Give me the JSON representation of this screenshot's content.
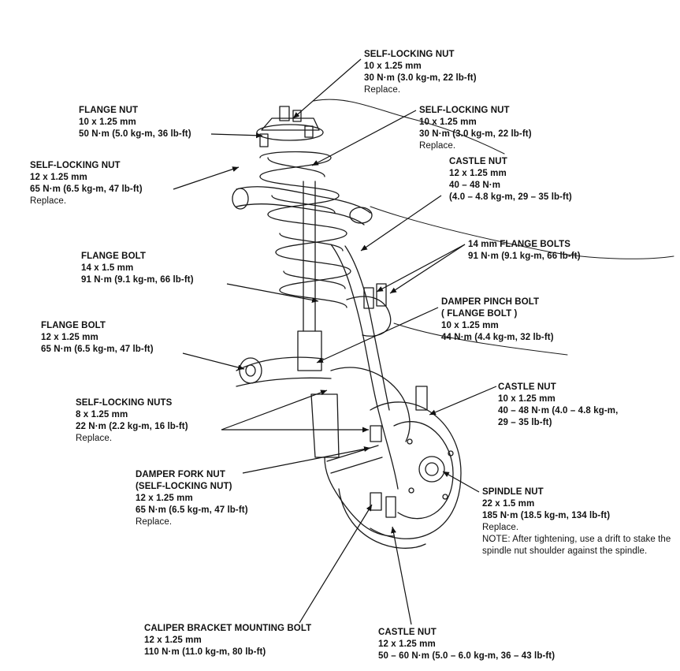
{
  "diagram": {
    "callouts": {
      "self_locking_nut_top": {
        "title": "SELF-LOCKING NUT",
        "size": "10 x 1.25 mm",
        "torque": "30 N·m (3.0 kg-m, 22 lb-ft)",
        "note": "Replace."
      },
      "flange_nut": {
        "title": "FLANGE NUT",
        "size": "10 x 1.25 mm",
        "torque": "50 N·m (5.0 kg-m, 36 lb-ft)"
      },
      "self_locking_nut_right": {
        "title": "SELF-LOCKING NUT",
        "size": "10 x 1.25 mm",
        "torque": "30 N·m (3.0 kg-m, 22 lb-ft)",
        "note": "Replace."
      },
      "self_locking_nut_left": {
        "title": "SELF-LOCKING NUT",
        "size": "12 x 1.25 mm",
        "torque": "65 N·m (6.5 kg-m, 47 lb-ft)",
        "note": "Replace."
      },
      "castle_nut_upper": {
        "title": "CASTLE NUT",
        "size": "12 x 1.25 mm",
        "torque": "40 – 48 N·m",
        "torque2": "(4.0 – 4.8 kg-m, 29 – 35 lb-ft)"
      },
      "flange_bolts_14mm": {
        "title": "14 mm FLANGE BOLTS",
        "torque": "91 N·m (9.1 kg-m, 66 lb-ft)"
      },
      "flange_bolt_14": {
        "title": "FLANGE BOLT",
        "size": "14 x 1.5 mm",
        "torque": "91 N·m (9.1 kg-m, 66 lb-ft)"
      },
      "damper_pinch_bolt": {
        "title": "DAMPER PINCH BOLT",
        "title2": "( FLANGE BOLT )",
        "size": "10 x 1.25 mm",
        "torque": "44 N·m (4.4 kg-m, 32 lb-ft)"
      },
      "flange_bolt_12": {
        "title": "FLANGE BOLT",
        "size": "12 x 1.25 mm",
        "torque": "65 N·m (6.5 kg-m, 47 lb-ft)"
      },
      "castle_nut_middle": {
        "title": "CASTLE NUT",
        "size": "10 x 1.25 mm",
        "torque": "40 – 48 N·m (4.0 – 4.8 kg-m,",
        "torque2": "29 – 35 lb-ft)"
      },
      "self_locking_nuts": {
        "title": "SELF-LOCKING NUTS",
        "size": "8 x 1.25 mm",
        "torque": "22 N·m (2.2 kg-m, 16 lb-ft)",
        "note": "Replace."
      },
      "damper_fork_nut": {
        "title": "DAMPER FORK NUT",
        "title2": "(SELF-LOCKING NUT)",
        "size": "12 x 1.25 mm",
        "torque": "65 N·m (6.5 kg-m, 47 lb-ft)",
        "note": "Replace."
      },
      "spindle_nut": {
        "title": "SPINDLE NUT",
        "size": "22 x 1.5 mm",
        "torque": "185 N·m (18.5 kg-m, 134 lb-ft)",
        "note": "Replace.",
        "note2": "NOTE:  After tightening, use a drift to stake the spindle nut shoulder against the spindle."
      },
      "caliper_bracket_bolt": {
        "title": "CALIPER BRACKET MOUNTING BOLT",
        "size": "12 x 1.25 mm",
        "torque": "110 N·m (11.0 kg-m, 80 lb-ft)"
      },
      "castle_nut_bottom": {
        "title": "CASTLE NUT",
        "size": "12 x 1.25 mm",
        "torque": "50 – 60 N·m (5.0 – 6.0 kg-m, 36 – 43 lb-ft)"
      }
    }
  }
}
